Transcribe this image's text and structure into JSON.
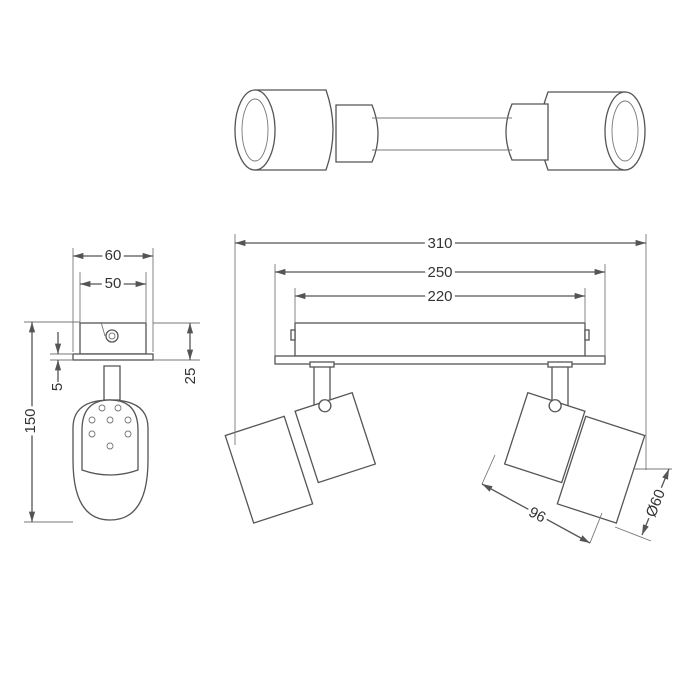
{
  "drawing": {
    "dimensions": {
      "side_top_width": "60",
      "side_base_width": "50",
      "side_height": "150",
      "side_plate": "5",
      "side_box": "25",
      "front_total": "310",
      "front_base": "250",
      "front_holes": "220",
      "head_length": "96",
      "head_diameter": "Ø60"
    }
  }
}
